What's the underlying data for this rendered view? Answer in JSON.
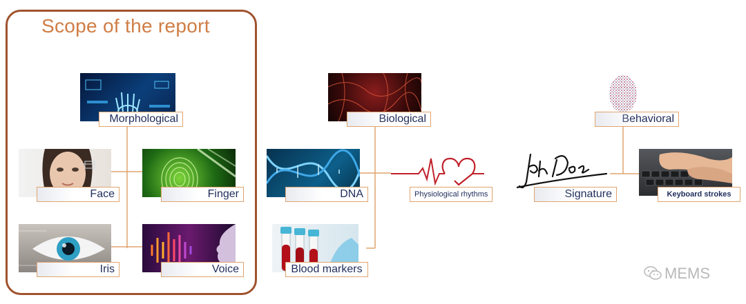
{
  "scope": {
    "title": "Scope of the report"
  },
  "categories": {
    "morphological": {
      "label": "Morphological",
      "children": {
        "face": "Face",
        "finger": "Finger",
        "iris": "Iris",
        "voice": "Voice"
      }
    },
    "biological": {
      "label": "Biological",
      "children": {
        "dna": "DNA",
        "rhythms": "Physiological rhythms",
        "blood": "Blood markers"
      }
    },
    "behavioral": {
      "label": "Behavioral",
      "children": {
        "signature": "Signature",
        "keyboard": "Keyboard strokes"
      }
    }
  },
  "signature_text": "John Doe",
  "watermark": {
    "text": "MEMS",
    "icon": "wechat-icon"
  },
  "colors": {
    "frame": "#a0522d",
    "connector": "#e0a46e",
    "label_text": "#1f2c5a",
    "title": "#d07d45"
  }
}
